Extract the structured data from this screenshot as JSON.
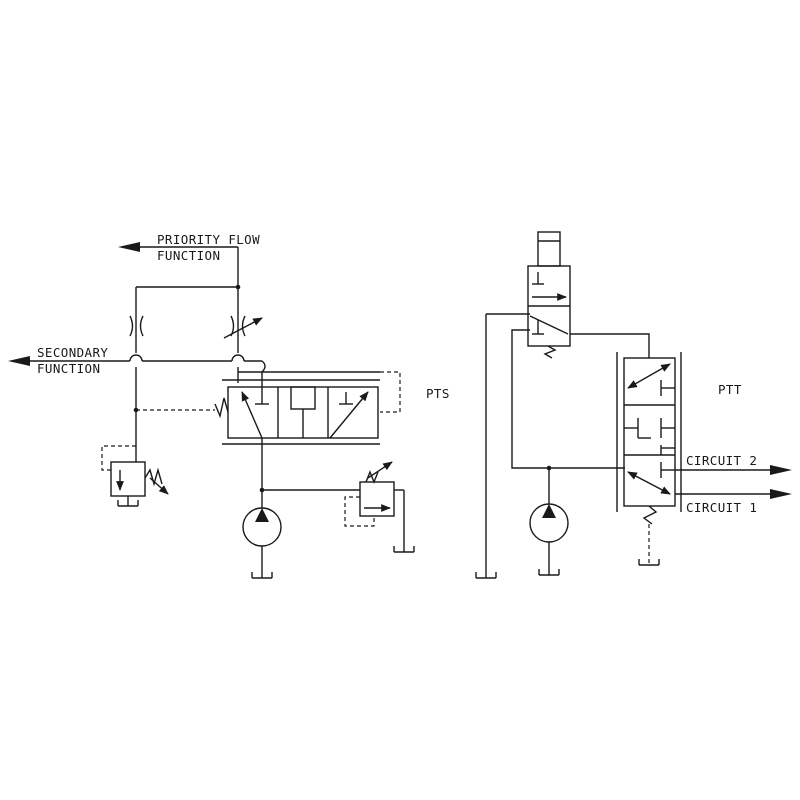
{
  "labels": {
    "priority_flow_line1": "PRIORITY FLOW",
    "priority_flow_line2": "FUNCTION",
    "secondary_line1": "SECONDARY",
    "secondary_line2": "FUNCTION",
    "pts": "PTS",
    "ptt": "PTT",
    "circuit_2": "CIRCUIT 2",
    "circuit_1": "CIRCUIT 1"
  },
  "colors": {
    "ink": "#1a1a1a",
    "background": "#ffffff"
  }
}
